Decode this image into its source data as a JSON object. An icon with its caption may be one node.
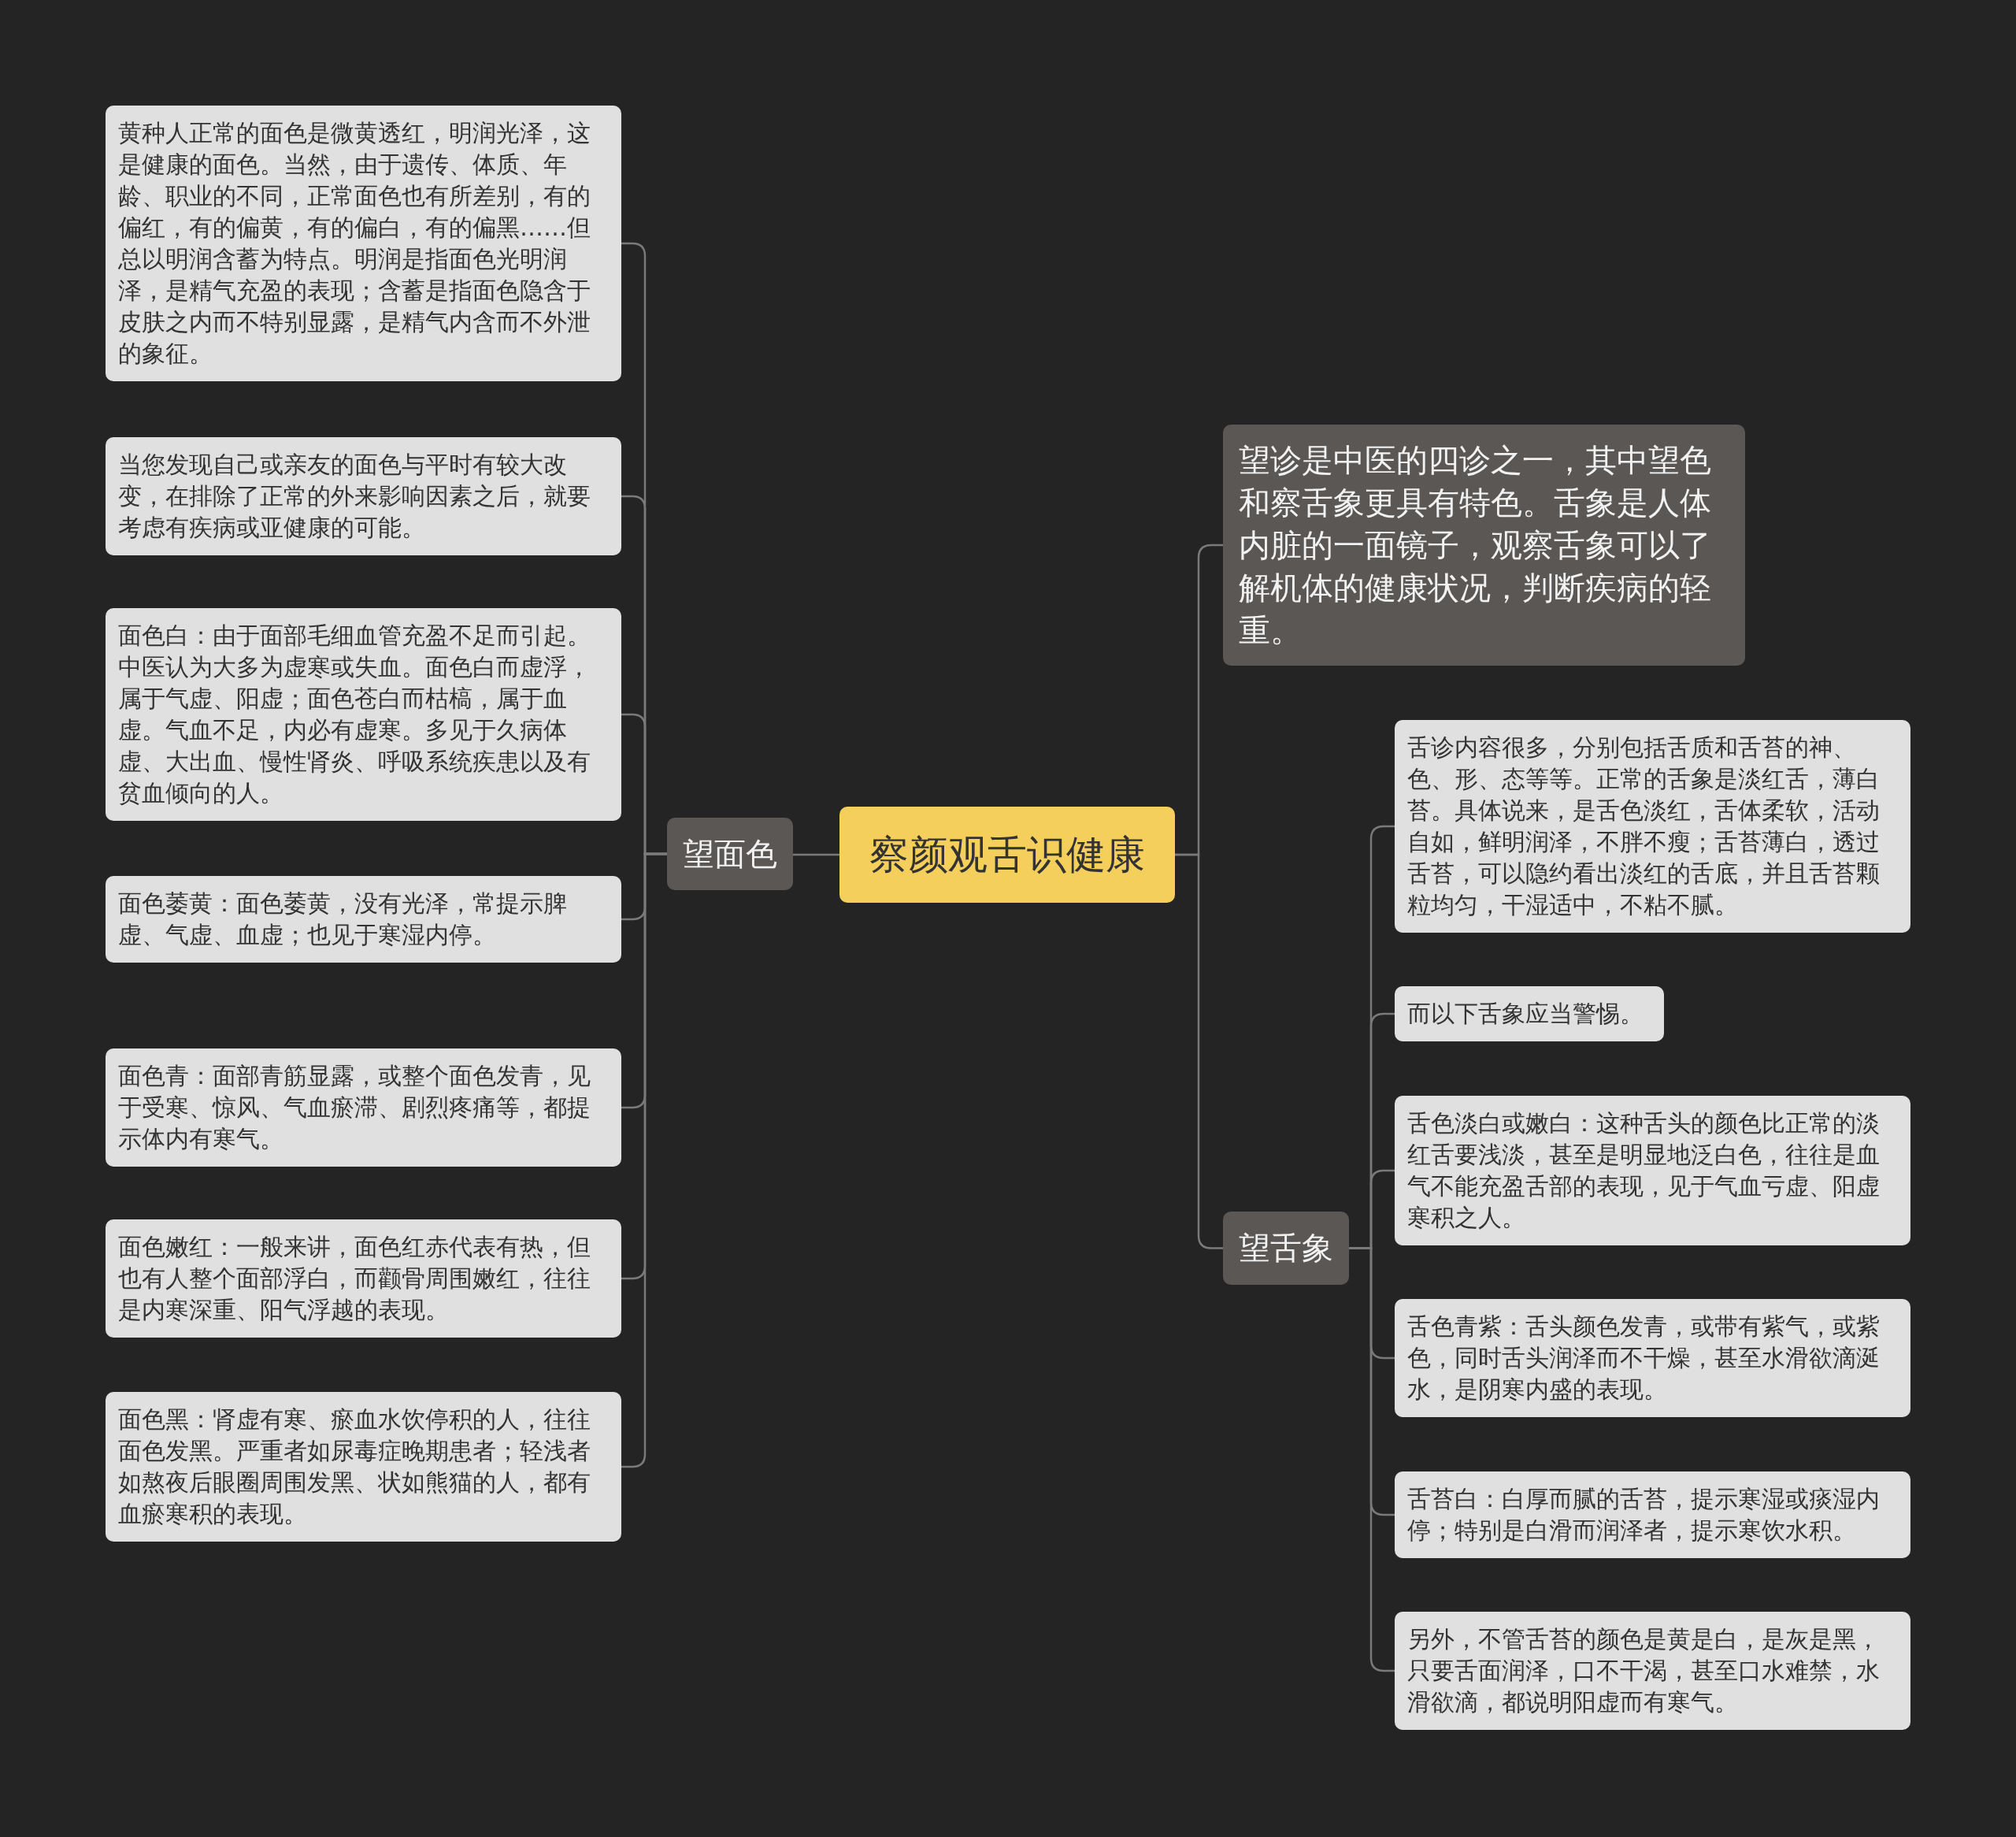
{
  "diagram": {
    "nodes": [
      {
        "text": [
          "察颜观舌识健康"
        ]
      },
      {
        "text": [
          "望面色"
        ]
      },
      {
        "text": [
          "黄种人正常的面色是微黄透红，明润光泽，这是健康的面色。当然，由于遗传、体质、年龄、职业的不同，正常面色也有所差别，有的偏红，有的偏黄，有的偏白，有的偏黑……但总以明润含蓄为特点。明润是指面色光明润泽，是精气充盈的表现；含蓄是指面色隐含于皮肤之内而不特别显露，是精气内含而不外泄的象征。"
        ]
      },
      {
        "text": [
          "当您发现自己或亲友的面色与平时有较大改变，在排除了正常的外来影响因素之后，就要考虑有疾病或亚健康的可能。"
        ]
      },
      {
        "text": [
          "面色白：由于面部毛细血管充盈不足而引起。中医认为大多为虚寒或失血。面色白而虚浮，属于气虚、阳虚；面色苍白而枯槁，属于血虚。气血不足，内必有虚寒。多见于久病体虚、大出血、慢性肾炎、呼吸系统疾患以及有贫血倾向的人。"
        ]
      },
      {
        "text": [
          "面色萎黄：面色萎黄，没有光泽，常提示脾虚、气虚、血虚；也见于寒湿内停。"
        ]
      },
      {
        "text": [
          "面色青：面部青筋显露，或整个面色发青，见于受寒、惊风、气血瘀滞、剧烈疼痛等，都提示体内有寒气。"
        ]
      },
      {
        "text": [
          "面色嫩红：一般来讲，面色红赤代表有热，但也有人整个面部浮白，而颧骨周围嫩红，往往是内寒深重、阳气浮越的表现。"
        ]
      },
      {
        "text": [
          "面色黑：肾虚有寒、瘀血水饮停积的人，往往面色发黑。严重者如尿毒症晚期患者；轻浅者如熬夜后眼圈周围发黑、状如熊猫的人，都有血瘀寒积的表现。"
        ]
      },
      {
        "text": [
          "望诊是中医的四诊之一，其中望色和察舌象更具有特色。舌象是人体内脏的一面镜子，观察舌象可以了解机体的健康状况，判断疾病的轻重。"
        ]
      },
      {
        "text": [
          "望舌象"
        ]
      },
      {
        "text": [
          "舌诊内容很多，分别包括舌质和舌苔的神、色、形、态等等。正常的舌象是淡红舌，薄白苔。具体说来，是舌色淡红，舌体柔软，活动自如，鲜明润泽，不胖不瘦；舌苔薄白，透过舌苔，可以隐约看出淡红的舌底，并且舌苔颗粒均匀，干湿适中，不粘不腻。"
        ]
      },
      {
        "text": [
          "而以下舌象应当警惕。"
        ]
      },
      {
        "text": [
          "舌色淡白或嫩白：这种舌头的颜色比正常的淡红舌要浅淡，甚至是明显地泛白色，往往是血气不能充盈舌部的表现，见于气血亏虚、阳虚寒积之人。"
        ]
      },
      {
        "text": [
          "舌色青紫：舌头颜色发青，或带有紫气，或紫色，同时舌头润泽而不干燥，甚至水滑欲滴涎水，是阴寒内盛的表现。"
        ]
      },
      {
        "text": [
          "舌苔白：白厚而腻的舌苔，提示寒湿或痰湿内停；特别是白滑而润泽者，提示寒饮水积。"
        ]
      },
      {
        "text": [
          "另外，不管舌苔的颜色是黄是白，是灰是黑，只要舌面润泽，口不干渴，甚至口水难禁，水滑欲滴，都说明阳虚而有寒气。"
        ]
      }
    ],
    "edges": [
      {
        "from": 0,
        "to": 1,
        "arrow": "none"
      },
      {
        "from": 1,
        "to": 2,
        "arrow": "none"
      },
      {
        "from": 1,
        "to": 3,
        "arrow": "none"
      },
      {
        "from": 1,
        "to": 4,
        "arrow": "none"
      },
      {
        "from": 1,
        "to": 5,
        "arrow": "none"
      },
      {
        "from": 1,
        "to": 6,
        "arrow": "none"
      },
      {
        "from": 1,
        "to": 7,
        "arrow": "none"
      },
      {
        "from": 1,
        "to": 8,
        "arrow": "none"
      },
      {
        "from": 0,
        "to": 9,
        "arrow": "none"
      },
      {
        "from": 0,
        "to": 10,
        "arrow": "none"
      },
      {
        "from": 10,
        "to": 11,
        "arrow": "none"
      },
      {
        "from": 10,
        "to": 12,
        "arrow": "none"
      },
      {
        "from": 10,
        "to": 13,
        "arrow": "none"
      },
      {
        "from": 10,
        "to": 14,
        "arrow": "none"
      },
      {
        "from": 10,
        "to": 15,
        "arrow": "none"
      },
      {
        "from": 10,
        "to": 16,
        "arrow": "none"
      }
    ]
  }
}
